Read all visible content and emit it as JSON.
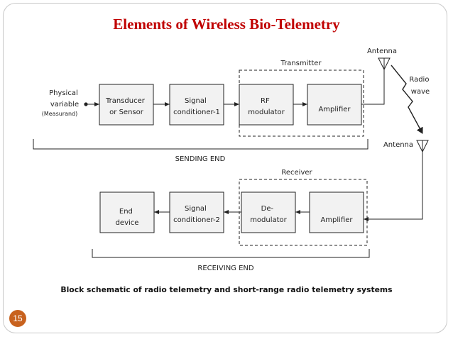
{
  "title": "Elements of Wireless Bio-Telemetry",
  "page_number": "15",
  "caption": "Block schematic of radio telemetry and short-range radio telemetry systems",
  "colors": {
    "title": "#c00000",
    "badge": "#c8621e",
    "block_fill": "#f2f2f2",
    "line": "#222222"
  },
  "sending": {
    "input_label": [
      "Physical",
      "variable"
    ],
    "input_sublabel": "(Measurand)",
    "transducer": [
      "Transducer",
      "or Sensor"
    ],
    "conditioner": [
      "Signal",
      "conditioner-1"
    ],
    "modulator": [
      "RF",
      "modulator"
    ],
    "amplifier": "Amplifier",
    "group_label": "Transmitter",
    "end_label": "SENDING END"
  },
  "antenna_tx": "Antenna",
  "radio_wave": [
    "Radio",
    "wave"
  ],
  "antenna_rx": "Antenna",
  "receiving": {
    "end_device": [
      "End",
      "device"
    ],
    "conditioner": [
      "Signal",
      "conditioner-2"
    ],
    "demodulator": [
      "De-",
      "modulator"
    ],
    "amplifier": "Amplifier",
    "group_label": "Receiver",
    "end_label": "RECEIVING END"
  }
}
